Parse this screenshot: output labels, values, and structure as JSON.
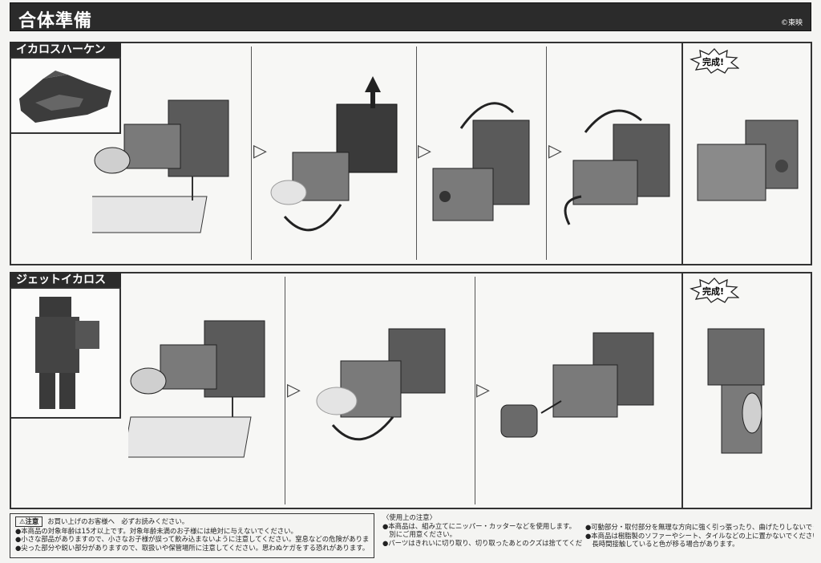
{
  "header": {
    "title": "合体準備",
    "copyright": "©東映"
  },
  "section1": {
    "label": "イカロスハーケン",
    "complete_badge": "完成!"
  },
  "section2": {
    "label": "ジェットイカロス",
    "complete_badge": "完成!"
  },
  "notes": {
    "caution_tag": "⚠注意",
    "caution_intro": "お買い上げのお客様へ　必ずお読みください。",
    "caution_lines": [
      "●本商品の対象年齢は15才以上です。対象年齢未満のお子様には絶対に与えないでください。",
      "●小さな部品がありますので、小さなお子様が誤って飲み込まないように注意してください。窒息などの危険があります。",
      "●尖った部分や鋭い部分がありますので、取扱いや保管場所に注意してください。思わぬケガをする恐れがあります。"
    ],
    "usage_title": "〈使用上の注意〉",
    "usage_lines": [
      "●本商品は、組み立てにニッパー・カッターなどを使用します。",
      "　別にご用意ください。",
      "●パーツはきれいに切り取り、切り取ったあとのクズは捨ててください。"
    ],
    "other_lines": [
      "●可動部分・取付部分を無理な方向に強く引っ張ったり、曲げたりしないでください。",
      "●本商品は樹脂製のソファーやシート、タイルなどの上に置かないでください。",
      "　長時間接触していると色が移る場合があります。"
    ]
  },
  "icons": [
    "arrow-right-icon",
    "complete-burst-icon",
    "rotate-arrow-icon"
  ]
}
